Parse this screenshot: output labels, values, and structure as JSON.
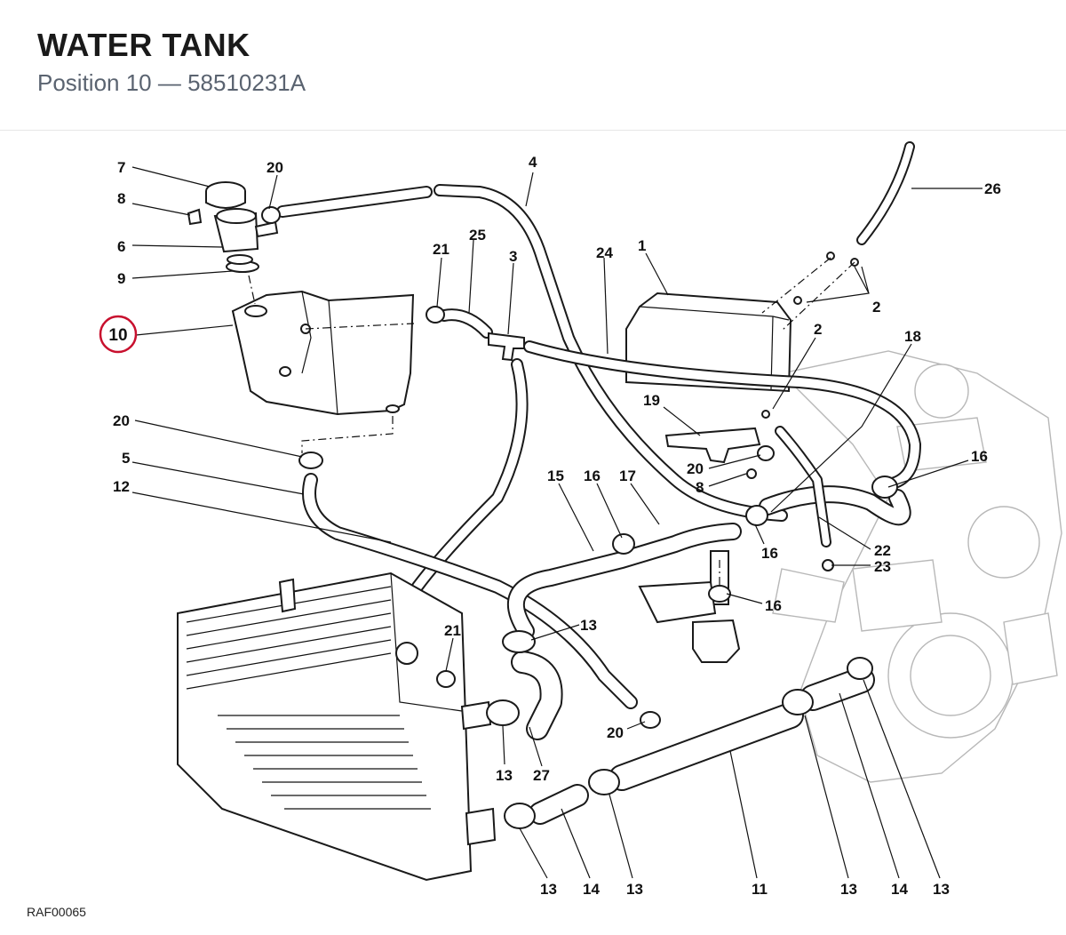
{
  "header": {
    "title": "WATER TANK",
    "subtitle": "Position 10 — 58510231A"
  },
  "highlight": {
    "position": "10",
    "color": "#c8102e"
  },
  "callouts": [
    "1",
    "2",
    "3",
    "4",
    "5",
    "6",
    "7",
    "8",
    "9",
    "10",
    "11",
    "12",
    "13",
    "14",
    "15",
    "16",
    "17",
    "18",
    "19",
    "20",
    "21",
    "22",
    "23",
    "24",
    "25",
    "26",
    "27"
  ],
  "drawing_code": "RAF00065"
}
